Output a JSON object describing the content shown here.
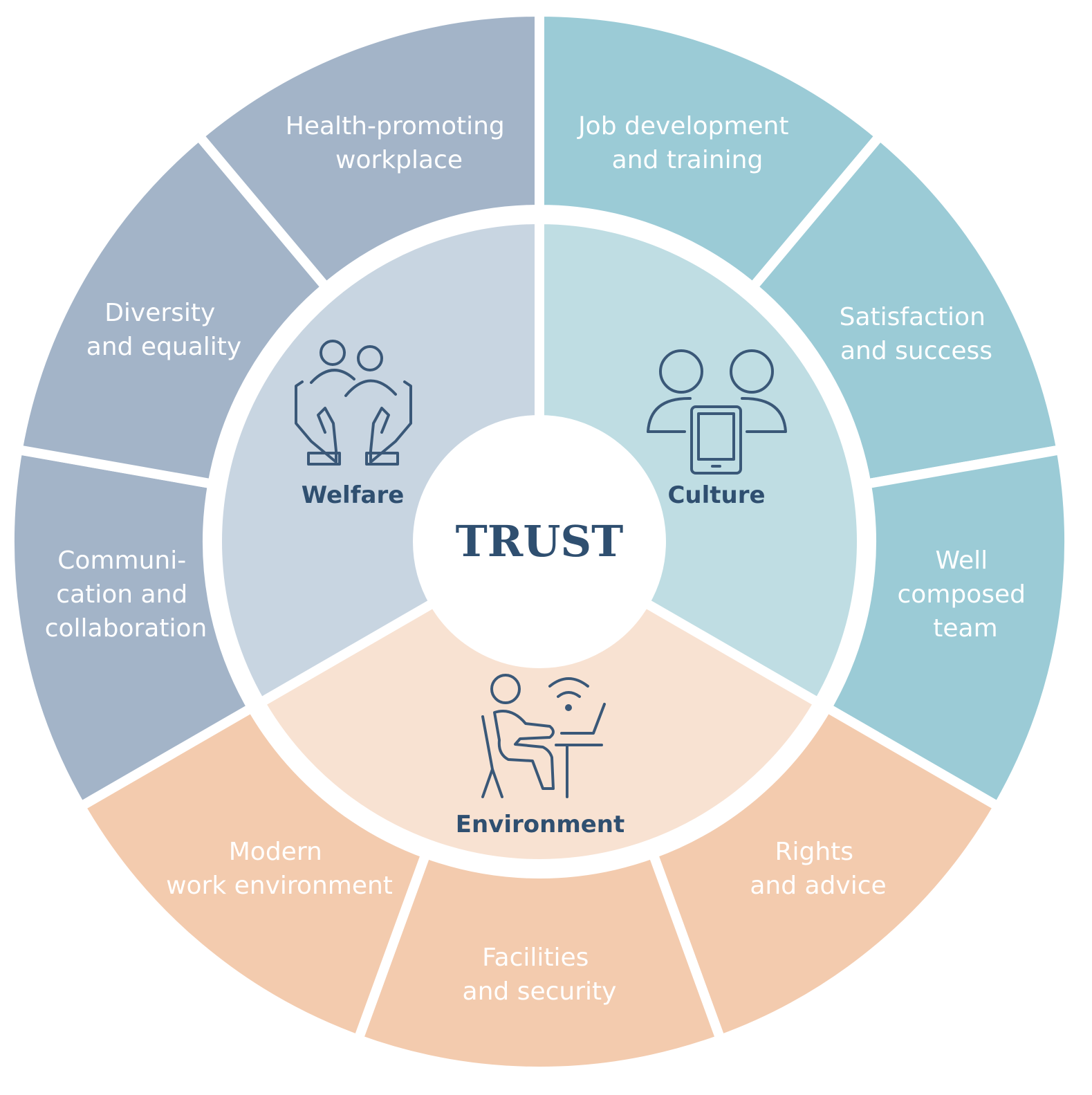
{
  "colors": {
    "welfare_outer": "#a3b4c8",
    "welfare_inner": "#c8d5e1",
    "culture_outer": "#9bcbd6",
    "culture_inner": "#bfdde3",
    "environment_outer": "#f3cbae",
    "environment_inner": "#f8e2d2",
    "separator": "#ffffff",
    "text_dark": "#2f4f70",
    "text_light": "#ffffff"
  },
  "center": {
    "label": "TRUST"
  },
  "inner": {
    "welfare": {
      "label": "Welfare",
      "icon": "hands-people-icon"
    },
    "culture": {
      "label": "Culture",
      "icon": "people-tablet-icon"
    },
    "environment": {
      "label": "Environment",
      "icon": "person-laptop-icon"
    }
  },
  "outer": {
    "health": [
      "Health-promoting",
      "workplace"
    ],
    "diversity": [
      "Diversity",
      "and equality"
    ],
    "communication": [
      "Communi-",
      "cation and",
      "collaboration"
    ],
    "job": [
      "Job development",
      "and training"
    ],
    "satisfaction": [
      "Satisfaction",
      "and success"
    ],
    "team": [
      "Well",
      "composed",
      "team"
    ],
    "modern": [
      "Modern",
      "work environment"
    ],
    "facilities": [
      "Facilities",
      "and security"
    ],
    "rights": [
      "Rights",
      "and advice"
    ]
  }
}
